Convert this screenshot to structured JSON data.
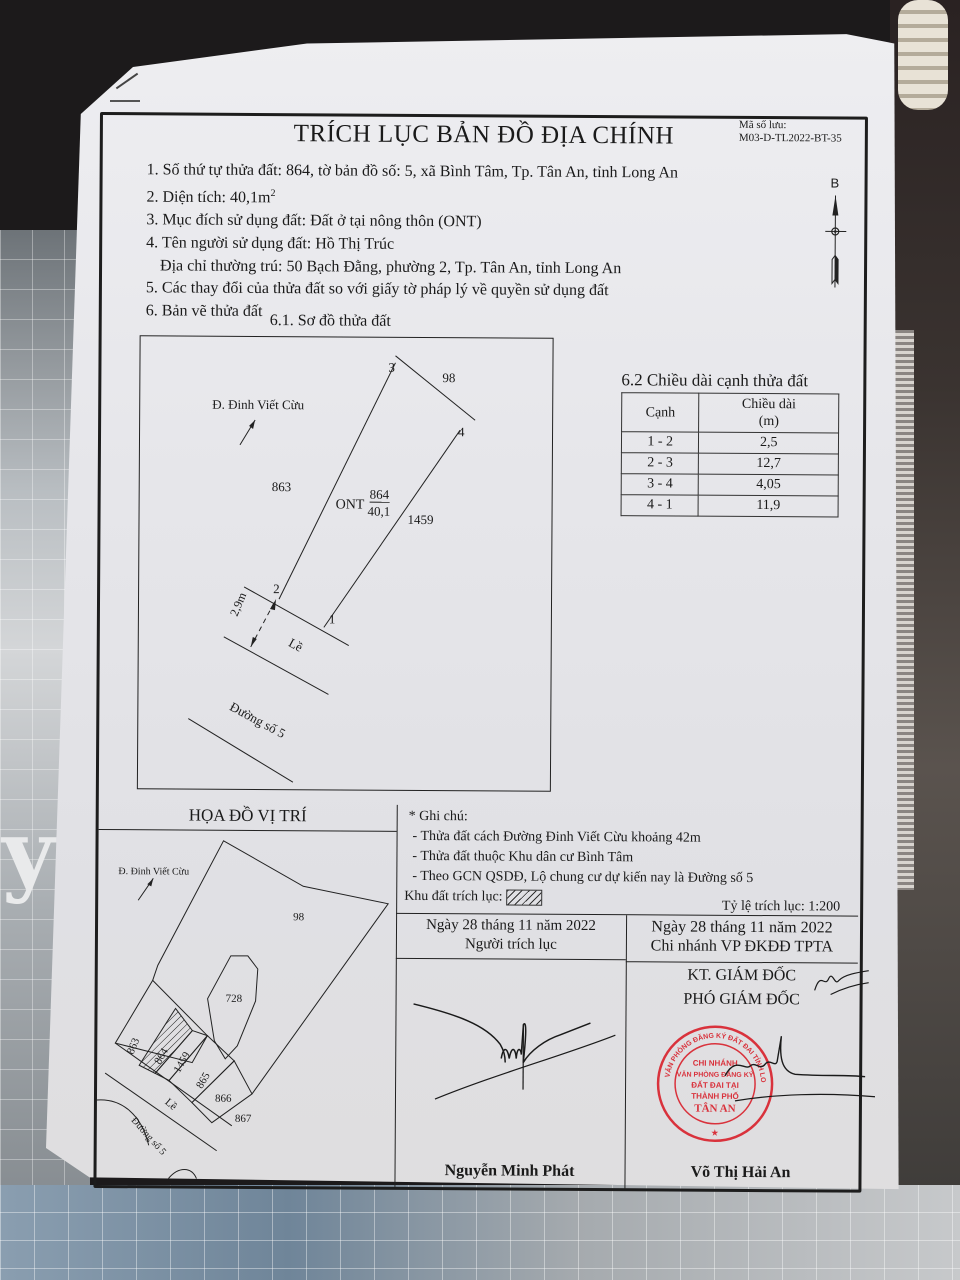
{
  "document": {
    "title": "TRÍCH LỤC BẢN ĐỒ ĐỊA CHÍNH",
    "code_label": "Mã số lưu:",
    "code_value": "M03-D-TL2022-BT-35",
    "info": {
      "line1": "1. Số thứ tự thửa đất: 864, tờ bản đồ số: 5, xã Bình Tâm, Tp. Tân An, tỉnh Long An",
      "line2_prefix": "2. Diện tích:  40,1m",
      "line2_sup": "2",
      "line3": "3. Mục đích sử dụng đất: Đất ở tại nông thôn (ONT)",
      "line4": "4. Tên người sử dụng đất: Hồ Thị Trúc",
      "line4b": "Địa chỉ thường trú: 50 Bạch Đằng, phường 2, Tp. Tân An, tỉnh Long An",
      "line5": "5. Các thay đổi của thửa đất so với giấy tờ pháp lý về quyền sử dụng đất",
      "line6": "6. Bản vẽ thửa đất"
    },
    "north_arrow_label": "B",
    "plot_diagram": {
      "title": "6.1. Sơ đồ thửa đất",
      "street_label": "Đ. Đinh Viết Cừu",
      "neighbor_left": "863",
      "neighbor_right": "1459",
      "neighbor_top": "98",
      "land_type": "ONT",
      "parcel_number": "864",
      "parcel_area": "40,1",
      "vertices": [
        "1",
        "2",
        "3",
        "4"
      ],
      "sidewalk_width": "2,9m",
      "sidewalk_label": "Lề",
      "road_label": "Đường số 5"
    },
    "edge_table": {
      "title": "6.2 Chiều dài cạnh thửa đất",
      "headers": [
        "Cạnh",
        "Chiều dài",
        "(m)"
      ],
      "rows": [
        {
          "edge": "1 - 2",
          "length": "2,5"
        },
        {
          "edge": "2 - 3",
          "length": "12,7"
        },
        {
          "edge": "3 - 4",
          "length": "4,05"
        },
        {
          "edge": "4 - 1",
          "length": "11,9"
        }
      ]
    },
    "location_map": {
      "title": "HỌA ĐỒ VỊ TRÍ",
      "street_label": "Đ. Đinh Viết Cừu",
      "parcels": [
        "98",
        "728",
        "863",
        "864",
        "1459",
        "865",
        "866",
        "867"
      ],
      "sidewalk_label": "Lề",
      "road_label": "Đường số 5"
    },
    "notes": {
      "heading": "* Ghi chú:",
      "items": [
        "- Thửa đất cách Đường Đinh Viết Cừu khoảng 42m",
        "- Thửa đất thuộc Khu dân cư Bình Tâm",
        "- Theo GCN QSDĐ, Lộ chung cư dự kiến nay là Đường số 5"
      ],
      "legend_label": "Khu đất trích lục:",
      "scale": "Tỷ lệ trích lục: 1:200"
    },
    "signatures": {
      "left": {
        "date": "Ngày 28 tháng 11 năm 2022",
        "role": "Người trích lục",
        "name": "Nguyễn Minh Phát"
      },
      "right": {
        "date": "Ngày 28 tháng 11 năm 2022",
        "office": "Chi nhánh VP ĐKĐĐ TPTA",
        "role1": "KT. GIÁM ĐỐC",
        "role2": "PHÓ GIÁM ĐỐC",
        "name": "Võ Thị Hải An"
      },
      "stamp": {
        "outer_text": "VĂN PHÒNG ĐĂNG KÝ ĐẤT ĐAI TỈNH LONG AN",
        "line1": "CHI NHÁNH",
        "line2": "VĂN PHÒNG ĐĂNG KÝ",
        "line3": "ĐẤT ĐAI TẠI",
        "line4": "THÀNH PHỐ",
        "line5": "TÂN AN",
        "color": "#d9323c"
      }
    }
  }
}
